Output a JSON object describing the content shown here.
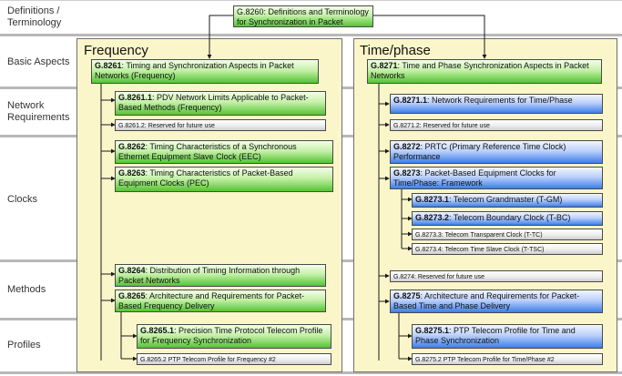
{
  "rows": {
    "definitions": "Definitions /\nTerminology",
    "basic": "Basic Aspects",
    "network": "Network\nRequirements",
    "clocks": "Clocks",
    "methods": "Methods",
    "profiles": "Profiles"
  },
  "columns": {
    "frequency": "Frequency",
    "timephase": "Time/phase"
  },
  "g8260": {
    "code": "G.8260",
    "text": ": Definitions and Terminology for Synchronization in Packet Networks"
  },
  "freq": {
    "g8261": {
      "code": "G.8261",
      "text": ": Timing and Synchronization Aspects in Packet Networks (Frequency)"
    },
    "g8261_1": {
      "code": "G.8261.1",
      "text": ": PDV Network Limits Applicable to Packet-Based Methods (Frequency)"
    },
    "g8261_2": "G.8261.2:  Reserved for future use",
    "g8262": {
      "code": "G.8262",
      "text": ": Timing Characteristics of a Synchronous Ethernet Equipment Slave Clock (EEC)"
    },
    "g8263": {
      "code": "G.8263",
      "text": ": Timing Characteristics of Packet-Based Equipment Clocks (PEC)"
    },
    "g8264": {
      "code": "G.8264",
      "text": ": Distribution of Timing Information through Packet Networks"
    },
    "g8265": {
      "code": "G.8265",
      "text": ": Architecture and Requirements for Packet-Based Frequency Delivery"
    },
    "g8265_1": {
      "code": "G.8265.1",
      "text": ": Precision Time Protocol Telecom Profile for Frequency Synchronization"
    },
    "g8265_2": "G.8265.2  PTP Telecom  Profile for Frequency #2"
  },
  "time": {
    "g8271": {
      "code": "G.8271",
      "text": ": Time and Phase Synchronization Aspects in Packet Networks"
    },
    "g8271_1": {
      "code": "G.8271.1",
      "text": ": Network Requirements for Time/Phase"
    },
    "g8271_2": "G.8271.2:  Reserved for future use",
    "g8272": {
      "code": "G.8272",
      "text": ": PRTC (Primary Reference Time Clock) Performance"
    },
    "g8273": {
      "code": "G.8273",
      "text": ": Packet-Based Equipment Clocks for Time/Phase: Framework"
    },
    "g8273_1": {
      "code": "G.8273.1",
      "text": ": Telecom Grandmaster (T-GM)"
    },
    "g8273_2": {
      "code": "G.8273.2",
      "text": ": Telecom Boundary Clock (T-BC)"
    },
    "g8273_3": "G.8273.3:  Telecom Transparent  Clock (T-TC)",
    "g8273_4": "G.8273.4:  Telecom Time Slave Clock (T-TSC)",
    "g8274": "G.8274:  Reserved for future use",
    "g8275": {
      "code": "G.8275",
      "text": ": Architecture and Requirements for Packet-Based Time and Phase Delivery"
    },
    "g8275_1": {
      "code": "G.8275.1",
      "text": ": PTP Telecom Profile for Time and Phase Synchronization"
    },
    "g8275_2": "G.8275.2  PTP Telecom  Profile for Time/Phase #2"
  },
  "colors": {
    "green": "#54c433",
    "blue": "#3c7eea",
    "gray": "#cfcfcf",
    "column_bg": "#fbf6c9"
  }
}
